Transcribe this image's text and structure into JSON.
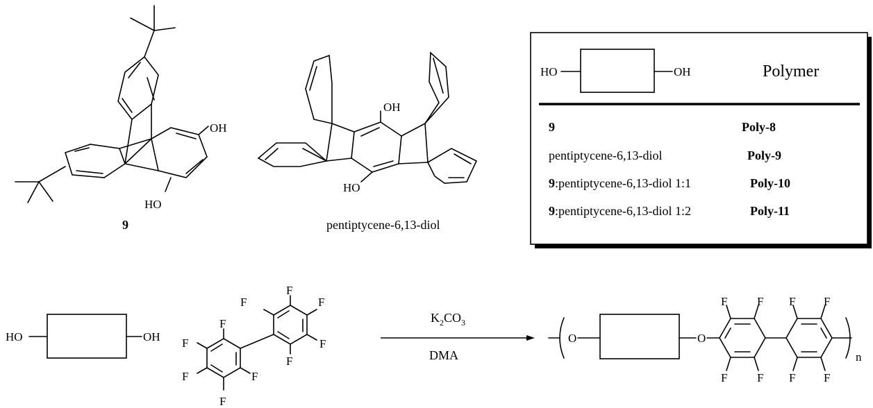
{
  "structures": {
    "compound_9": {
      "label": "9",
      "oh_top": "OH",
      "oh_bottom": "HO"
    },
    "pentiptycene": {
      "label": "pentiptycene-6,13-diol",
      "oh_top": "OH",
      "oh_bottom": "HO"
    }
  },
  "legend": {
    "ho_left": "HO",
    "oh_right": "OH",
    "header_polymer": "Polymer",
    "rows": [
      {
        "monomer_bold": "9",
        "monomer_rest": "",
        "polymer": "Poly-8"
      },
      {
        "monomer_bold": "",
        "monomer_rest": "pentiptycene-6,13-diol",
        "polymer": "Poly-9"
      },
      {
        "monomer_bold": "9",
        "monomer_rest": ":pentiptycene-6,13-diol 1:1",
        "polymer": "Poly-10"
      },
      {
        "monomer_bold": "9",
        "monomer_rest": ":pentiptycene-6,13-diol 1:2",
        "polymer": "Poly-11"
      }
    ]
  },
  "reaction": {
    "diol_ho": "HO",
    "diol_oh": "OH",
    "fluorine": "F",
    "reagent_main": "K",
    "reagent_sub1": "2",
    "reagent_mid": "CO",
    "reagent_sub2": "3",
    "solvent": "DMA",
    "oxygen": "O",
    "repeat_index": "n"
  }
}
